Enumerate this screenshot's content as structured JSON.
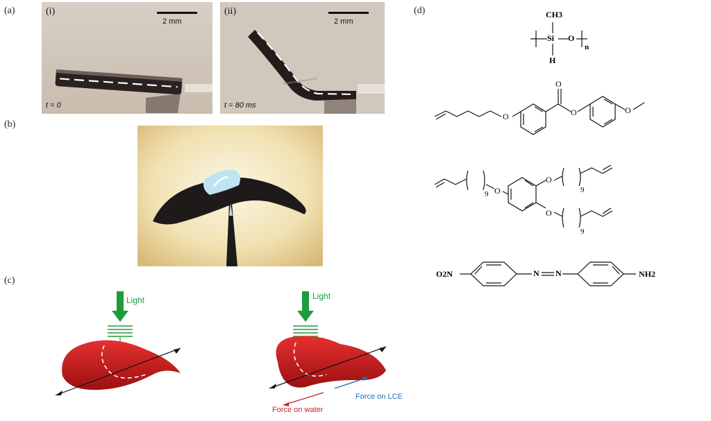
{
  "panels": {
    "a": "(a)",
    "b": "(b)",
    "c": "(c)",
    "d": "(d)"
  },
  "photo_a1": {
    "sublabel": "(i)",
    "scale": "2 mm",
    "time": "t = 0"
  },
  "photo_a2": {
    "sublabel": "(ii)",
    "scale": "2 mm",
    "time": "t = 80 ms"
  },
  "diagram_c": {
    "left_light": "Light",
    "right_light": "Light",
    "force_lce": "Force on LCE",
    "force_water": "Force on water"
  },
  "chem": {
    "siloxane": {
      "ch3": "CH3",
      "si": "Si",
      "o": "O",
      "h": "H",
      "n": "n"
    },
    "ester": {
      "o_top": "O",
      "o_left": "O",
      "o_mid": "O",
      "o_right": "O"
    },
    "crosslinker": {
      "o1": "O",
      "o2": "O",
      "o3": "O",
      "n1": "9",
      "n2": "9",
      "n3": "9"
    },
    "azo": {
      "left": "O2N",
      "n1": "N",
      "n2": "N",
      "right": "NH2"
    }
  },
  "colors": {
    "light_arrow": "#1e9b3a",
    "lce_red": "#c0181a",
    "force_lce": "#1f6fb5",
    "force_water": "#c8202a"
  }
}
